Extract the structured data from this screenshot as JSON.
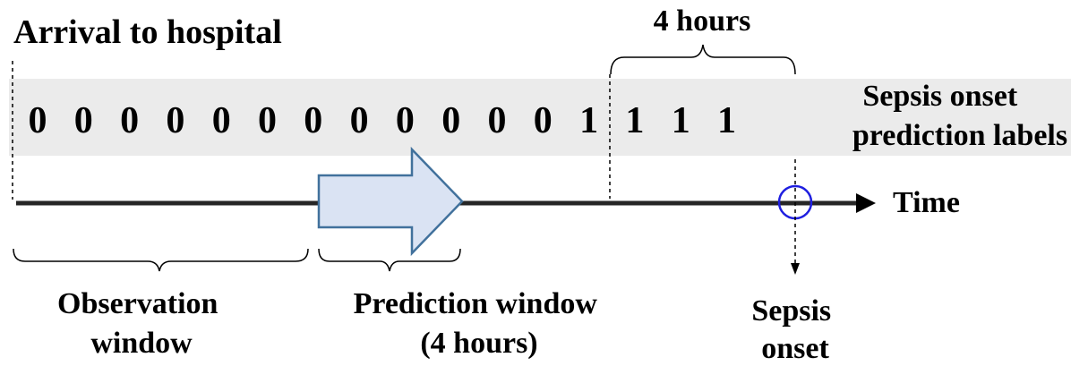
{
  "title": "Arrival to hospital",
  "duration_label": "4 hours",
  "labels_caption": [
    "Sepsis onset",
    "prediction labels"
  ],
  "labels": [
    "0",
    "0",
    "0",
    "0",
    "0",
    "0",
    "0",
    "0",
    "0",
    "0",
    "0",
    "0",
    "1",
    "1",
    "1",
    "1"
  ],
  "time_label": "Time",
  "observation_window": [
    "Observation",
    "window"
  ],
  "prediction_window": [
    "Prediction window",
    "(4 hours)"
  ],
  "sepsis_onset": [
    "Sepsis",
    "onset"
  ],
  "colors": {
    "band": "#ebebeb",
    "axis": "#262626",
    "arrow_fill": "#dae3f3",
    "arrow_stroke": "#41719c",
    "onset_circle": "#1f1fe0"
  }
}
